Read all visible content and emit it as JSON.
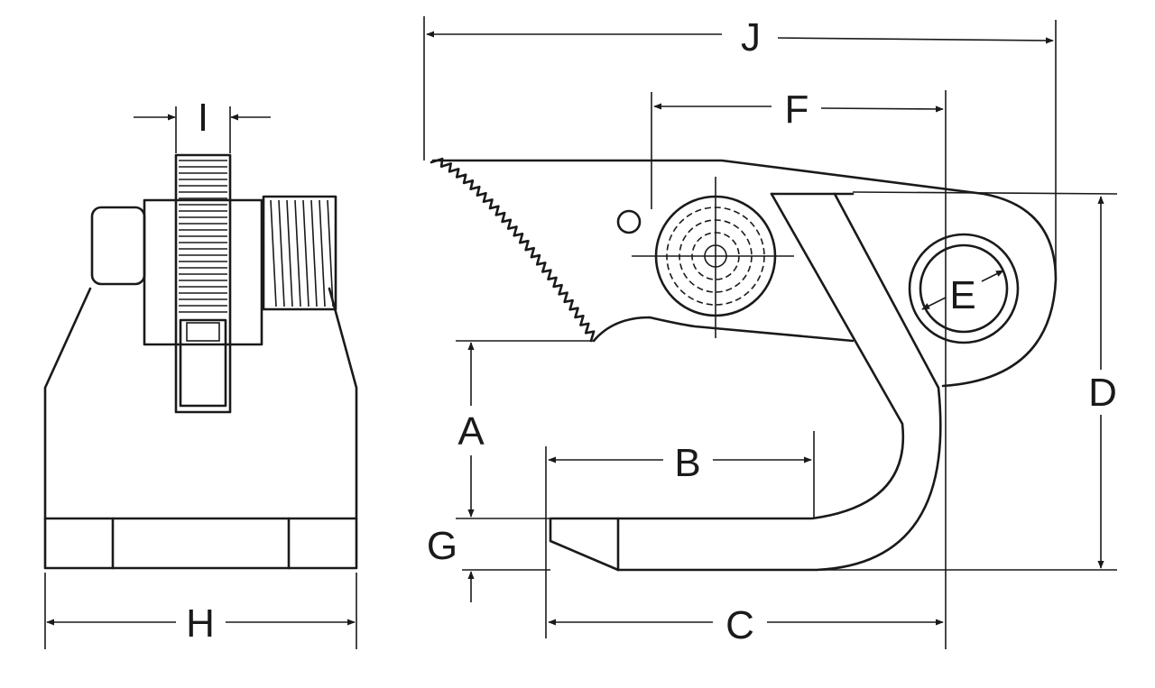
{
  "labels": {
    "i": "I",
    "h": "H",
    "j": "J",
    "f": "F",
    "e": "E",
    "d": "D",
    "a": "A",
    "b": "B",
    "g": "G",
    "c": "C"
  }
}
